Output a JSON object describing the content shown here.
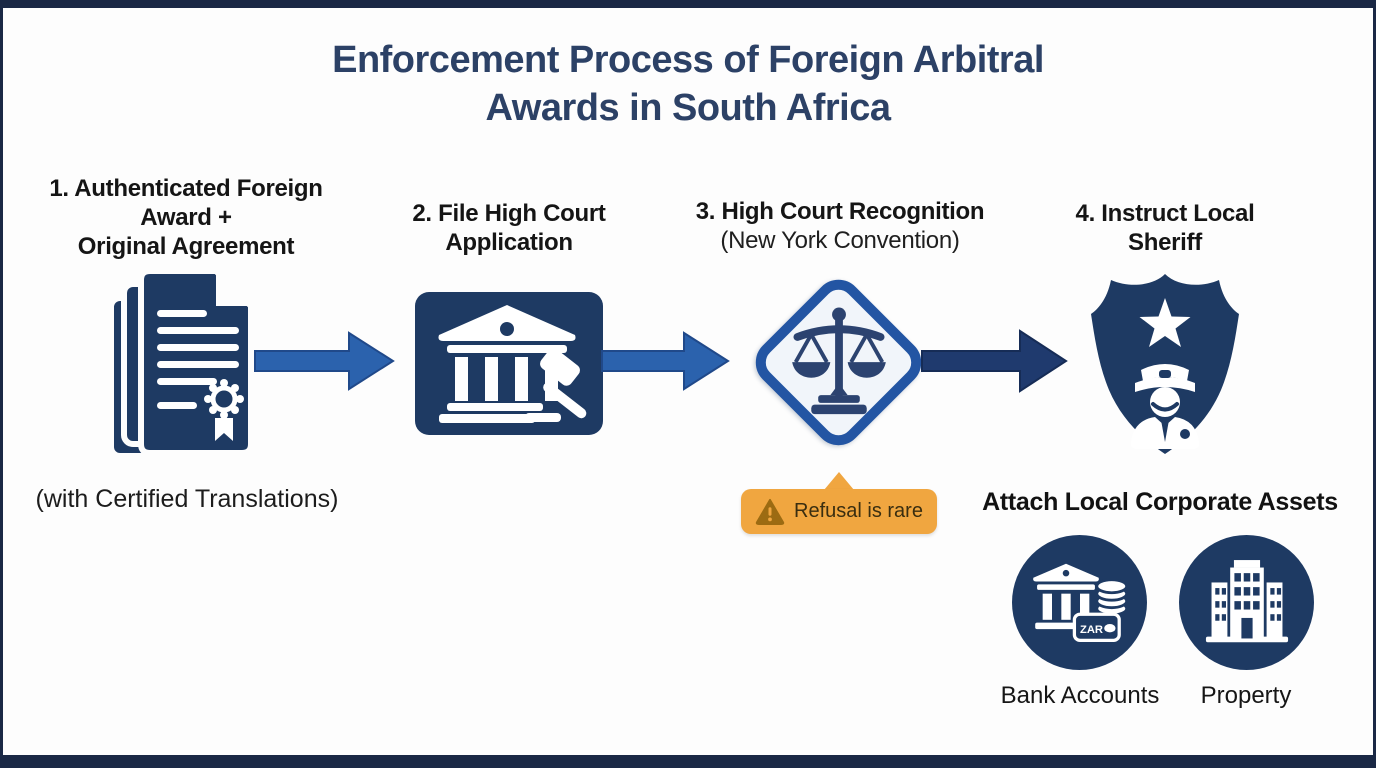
{
  "page": {
    "title_line1": "Enforcement Process of Foreign Arbitral",
    "title_line2": "Awards in South Africa"
  },
  "steps": [
    {
      "lines": [
        "1. Authenticated Foreign",
        "Award +",
        "Original Agreement"
      ],
      "caption": "(with Certified Translations)",
      "icon": "stacked-documents-certificate-icon"
    },
    {
      "lines": [
        "2. File High Court",
        "Application"
      ],
      "icon": "courthouse-gavel-icon"
    },
    {
      "lines": [
        "3. High Court Recognition"
      ],
      "subtitle": "(New York Convention)",
      "icon": "scales-of-justice-icon",
      "callout": {
        "text": "Refusal is rare",
        "icon": "warning-triangle-icon"
      }
    },
    {
      "lines": [
        "4. Instruct Local",
        "Sheriff"
      ],
      "icon": "police-badge-icon"
    }
  ],
  "assets_section": {
    "heading": "Attach Local Corporate Assets",
    "items": [
      {
        "label": "Bank Accounts",
        "icon": "bank-coins-zar-card-icon",
        "card_text": "ZAR"
      },
      {
        "label": "Property",
        "icon": "office-buildings-icon"
      }
    ]
  },
  "colors": {
    "navy_icon": "#1e3a63",
    "title_navy": "#2c4166",
    "arrow_blue": "#2b62ad",
    "arrow_dark_navy": "#1f3a6e",
    "diamond_border": "#2355a3",
    "diamond_fill": "#f1f5fa",
    "scales_navy": "#2c4370",
    "callout_background": "#f0a640",
    "callout_icon": "#9c6b12",
    "callout_text": "#3a2e10",
    "frame_edge": "#1a2845",
    "heading_text": "#151515"
  }
}
